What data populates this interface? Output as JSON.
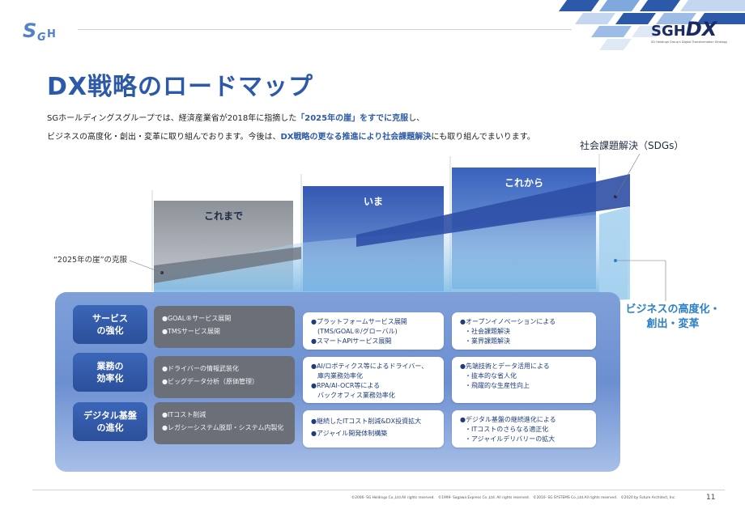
{
  "header": {
    "corp_logo_text": "SGH",
    "brand_logo": {
      "main": "SGH",
      "dx": "DX",
      "sub": "SG Holdings Group's Digital Transformation Strategy"
    }
  },
  "title": "DX戦略のロードマップ",
  "intro": {
    "line1_a": "SGホールディングスグループでは、経済産業省が2018年に指摘した",
    "line1_hl": "「2025年の崖」をすでに克服",
    "line1_b": "し、",
    "line2_a": "ビジネスの高度化・創出・変革に取り組んでおります。今後は、",
    "line2_hl": "DX戦略の更なる推進により社会課題解決",
    "line2_b": "にも取り組んでまいります。"
  },
  "phases": {
    "past": "これまで",
    "now": "いま",
    "future": "これから"
  },
  "labels": {
    "sdgs": "社会課題解決（SDGs）",
    "cliff": "“2025年の崖”の克服",
    "biz_line1": "ビジネスの高度化・",
    "biz_line2": "創出・変革"
  },
  "rows": [
    {
      "head_line1": "サービス",
      "head_line2": "の強化",
      "past": [
        "●GOAL®サービス展開",
        "●TMSサービス展開"
      ],
      "now": [
        {
          "text": "●プラットフォームサービス展開",
          "cont": "(TMS/GOAL®/グローバル)"
        },
        {
          "text": "●スマートAPIサービス展開"
        }
      ],
      "future": {
        "lead": "●オープンイノベーションによる",
        "subs": [
          "・社会課題解決",
          "・業界課題解決"
        ]
      }
    },
    {
      "head_line1": "業務の",
      "head_line2": "効率化",
      "past": [
        "●ドライバーの情報武装化",
        "●ビッグデータ分析（原価管理）"
      ],
      "now": [
        {
          "text": "●AI/ロボティクス等によるドライバー、",
          "cont": "庫内業務効率化"
        },
        {
          "text": "●RPA/AI-OCR等による",
          "cont": "バックオフィス業務効率化"
        }
      ],
      "future": {
        "lead": "●先端技術とデータ活用による",
        "subs": [
          "・抜本的な省人化",
          "・飛躍的な生産性向上"
        ]
      }
    },
    {
      "head_line1": "デジタル基盤",
      "head_line2": "の進化",
      "past": [
        "●ITコスト削減",
        "●レガシーシステム脱却・システム内製化"
      ],
      "now": [
        {
          "text": "●継続したITコスト削減&DX投資拡大"
        },
        {
          "text": "●アジャイル開発体制構築"
        }
      ],
      "future": {
        "lead": "●デジタル基盤の継続進化による",
        "subs": [
          "・ITコストのさらなる適正化",
          "・アジャイルデリバリーの拡大"
        ]
      }
    }
  ],
  "footer": {
    "copyright": "©2006- SG Holdings Co.,Ltd.All rights reserved.　©1999- Sagawa Express Co.,Ltd.  All rights reserved.　©2010- SG SYSTEMS Co.,Ltd.All rights reserved.　©2020 by Future Architect, Inc.",
    "page_number": "11"
  },
  "colors": {
    "accent": "#2c5aa8",
    "dark_navy": "#1a2a63",
    "light_blue": "#2c7fc8"
  }
}
